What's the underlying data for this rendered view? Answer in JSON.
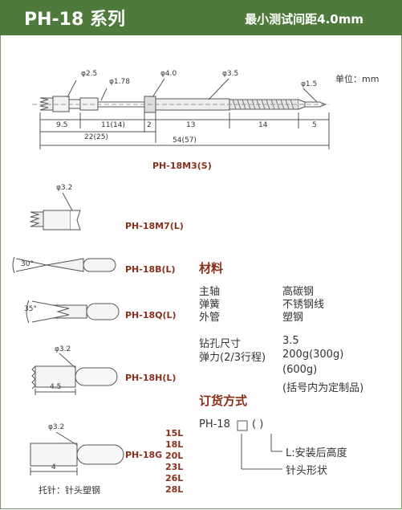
{
  "header": {
    "title": "PH-18 系列",
    "subtitle": "最小测试间距4.0mm"
  },
  "unit_label": "单位：mm",
  "main_drawing": {
    "model": "PH-18M3(S)",
    "top_dims": [
      "φ2.5",
      "φ1.78",
      "φ4.0",
      "φ3.5",
      "φ1.5"
    ],
    "bottom_dims": [
      "9.5",
      "11(14)",
      "2",
      "13",
      "14",
      "5"
    ],
    "total_dims": [
      "22(25)",
      "54(57)"
    ]
  },
  "tips": [
    {
      "model": "PH-18M7(L)",
      "dim": "φ3.2"
    },
    {
      "model": "PH-18B(L)",
      "dim": "30°"
    },
    {
      "model": "PH-18Q(L)",
      "dim": "35°"
    },
    {
      "model": "PH-18H(L)",
      "dim": "φ3.2",
      "dim2": "4.5"
    },
    {
      "model": "PH-18G",
      "dim": "φ3.2",
      "dim2": "4"
    }
  ],
  "heights": [
    "15L",
    "18L",
    "20L",
    "23L",
    "26L",
    "28L"
  ],
  "holder_note": "托针：针头塑钢",
  "materials": {
    "heading": "材料",
    "rows": [
      {
        "part": "主轴",
        "material": "高碳钢"
      },
      {
        "part": "弹簧",
        "material": "不锈钢线"
      },
      {
        "part": "外管",
        "material": "塑钢"
      }
    ]
  },
  "specs": {
    "drill_label": "钻孔尺寸",
    "drill_value": "3.5",
    "force_label": "弹力(2/3行程)",
    "force_value": "200g(300g)",
    "force_value2": "(600g)",
    "note": "(括号内为定制品)"
  },
  "ordering": {
    "heading": "订货方式",
    "code_prefix": "PH-18",
    "paren": "(  )",
    "height_label": "L:安装后高度",
    "tip_label": "针头形状"
  }
}
